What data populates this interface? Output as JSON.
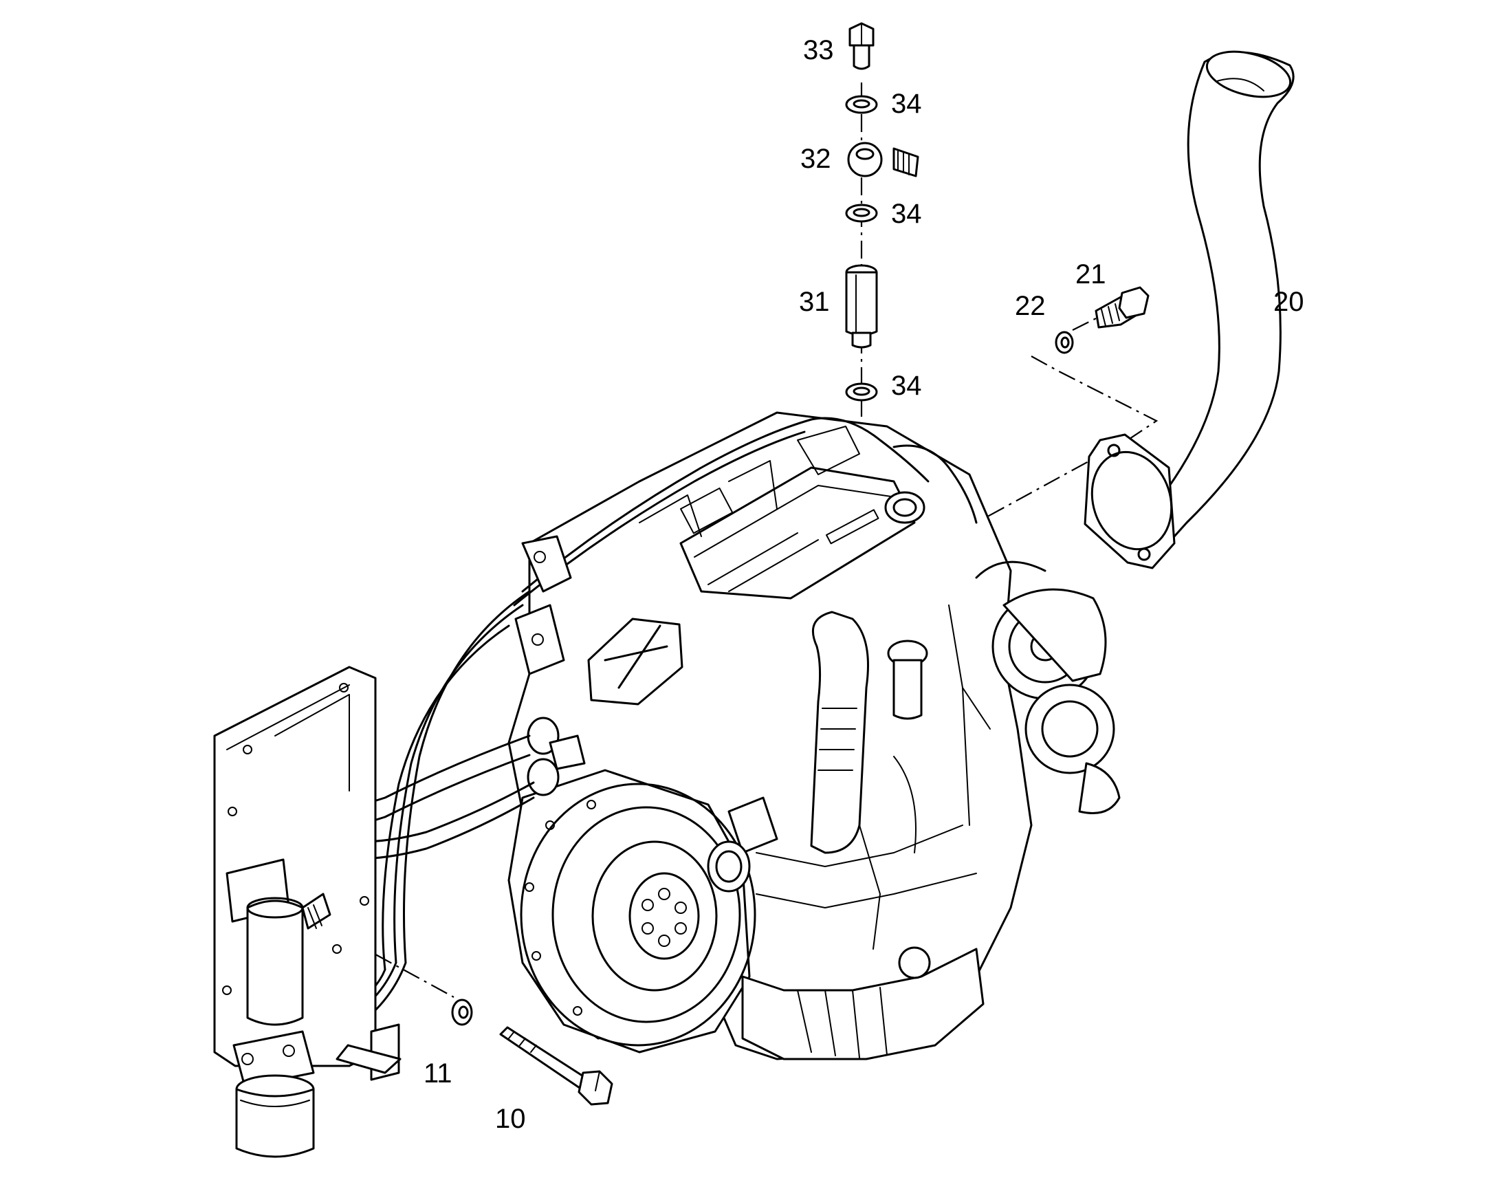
{
  "callouts": [
    {
      "id": "33",
      "text": "33"
    },
    {
      "id": "34a",
      "text": "34"
    },
    {
      "id": "32",
      "text": "32"
    },
    {
      "id": "34b",
      "text": "34"
    },
    {
      "id": "31",
      "text": "31"
    },
    {
      "id": "34c",
      "text": "34"
    },
    {
      "id": "21",
      "text": "21"
    },
    {
      "id": "22",
      "text": "22"
    },
    {
      "id": "20",
      "text": "20"
    },
    {
      "id": "11",
      "text": "11"
    },
    {
      "id": "10",
      "text": "10"
    }
  ],
  "colors": {
    "line": "#000000",
    "background": "#ffffff"
  }
}
